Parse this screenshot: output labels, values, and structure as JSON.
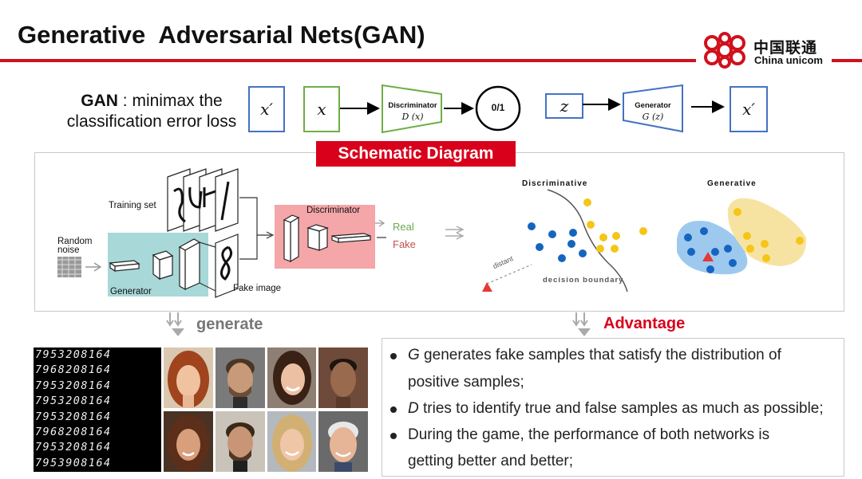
{
  "header": {
    "title": "Generative  Adversarial Nets(GAN)",
    "brand_cn": "中国联通",
    "brand_en": "China unicom"
  },
  "intro": {
    "gan_bold": "GAN",
    "line1_rest": " : minimax the",
    "line2": "classification error loss"
  },
  "flow": {
    "x_prime": "x′",
    "x": "x",
    "discriminator_label": "Discriminator",
    "discriminator_fn": "D (x)",
    "output": "0/1",
    "z": "z",
    "generator_label": "Generator",
    "generator_fn": "G (z)",
    "x_prime_out": "x′"
  },
  "schematic": {
    "label": "Schematic Diagram",
    "training_set": "Training set",
    "random_noise_1": "Random",
    "random_noise_2": "noise",
    "generator": "Generator",
    "fake_image": "Fake image",
    "discriminator": "Discriminator",
    "real": "Real",
    "fake": "Fake",
    "discriminative": "Discriminative",
    "generative": "Generative",
    "distant": "distant",
    "decision_boundary": "decision boundary"
  },
  "colors": {
    "accent_red": "#d9001b",
    "box_blue": "#4472c4",
    "box_green": "#70ad47",
    "point_blue": "#1565c0",
    "point_yellow": "#f5c518",
    "gen_teal": "#a8d8d8",
    "disc_pink": "#f4a6a8"
  },
  "generate_label": "generate",
  "advantage_label": "Advantage",
  "mnist_rows": [
    "7953208164",
    "7968208164",
    "7953208164",
    "7953208164",
    "7953208164",
    "7968208164",
    "7953208164",
    "7953908164"
  ],
  "bullets": {
    "b1_var": "G",
    "b1_line1": " generates fake samples that satisfy the distribution of",
    "b1_line2": "positive samples;",
    "b2_var": "D",
    "b2_text": " tries to identify true and false samples as much as possible;",
    "b3_line1": "During the game, the performance of both networks is",
    "b3_line2": "getting better and better;"
  }
}
